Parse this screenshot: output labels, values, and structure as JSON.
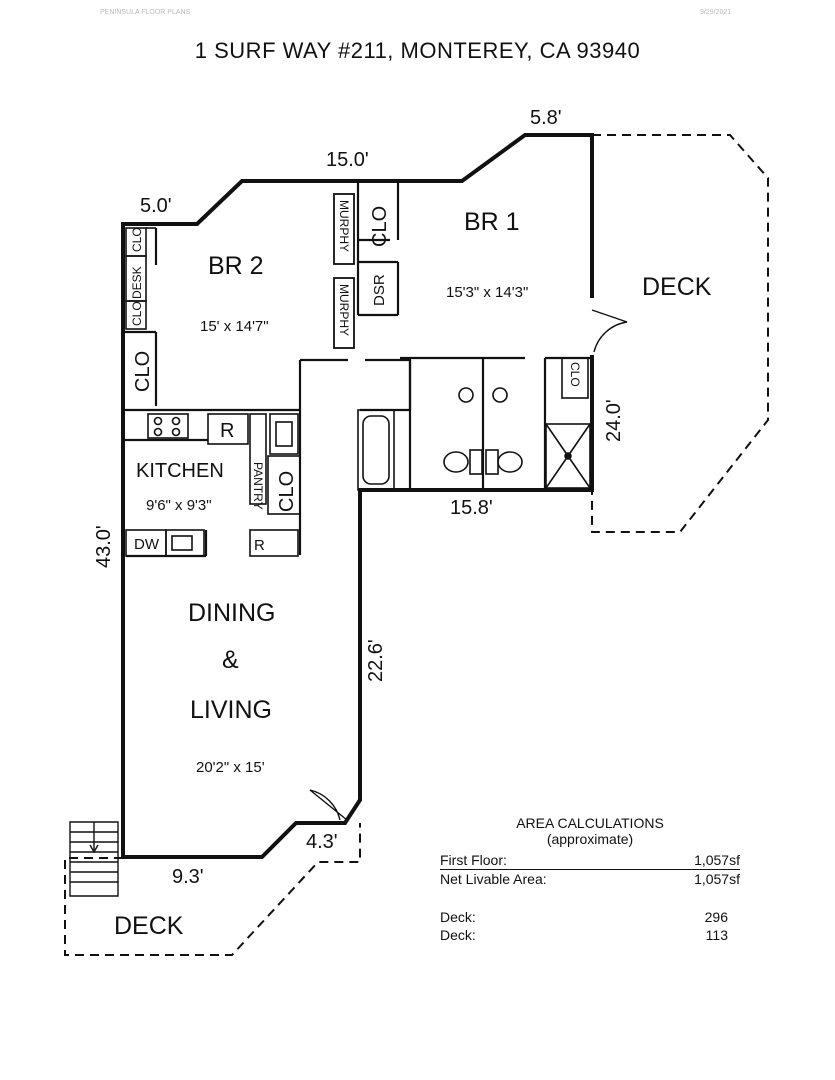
{
  "header": {
    "left_tag": "PENINSULA FLOOR PLANS",
    "right_tag": "9/29/2021",
    "address": "1 SURF WAY #211, MONTEREY, CA  93940"
  },
  "rooms": {
    "br2": {
      "name": "BR 2",
      "size": "15' x 14'7\""
    },
    "br1": {
      "name": "BR 1",
      "size": "15'3\" x 14'3\""
    },
    "kitchen": {
      "name": "KITCHEN",
      "size": "9'6\" x 9'3\""
    },
    "dining_line1": "DINING",
    "dining_line2": "&",
    "dining_line3": "LIVING",
    "dining_size": "20'2\" x 15'",
    "deck_right": "DECK",
    "deck_left": "DECK"
  },
  "fixtures": {
    "clo": "CLO",
    "desk": "DESK",
    "murphy": "MURPHY",
    "dsr": "DSR",
    "r": "R",
    "pantry": "PANTRY",
    "dw": "DW"
  },
  "dimensions": {
    "top_left": "5.0'",
    "top_mid": "15.0'",
    "top_right": "5.8'",
    "left_overall": "43.0'",
    "right_upper": "24.0'",
    "bath_bottom": "15.8'",
    "living_right": "22.6'",
    "bottom_left": "9.3'",
    "bottom_angle": "4.3'"
  },
  "area_calculations": {
    "title": "AREA CALCULATIONS",
    "subtitle": "(approximate)",
    "rows": [
      {
        "label": "First  Floor:",
        "value": "1,057sf"
      },
      {
        "label": "Net Livable Area:",
        "value": "1,057sf"
      }
    ],
    "decks": [
      {
        "label": "Deck:",
        "value": "296"
      },
      {
        "label": "Deck:",
        "value": "113"
      }
    ]
  }
}
